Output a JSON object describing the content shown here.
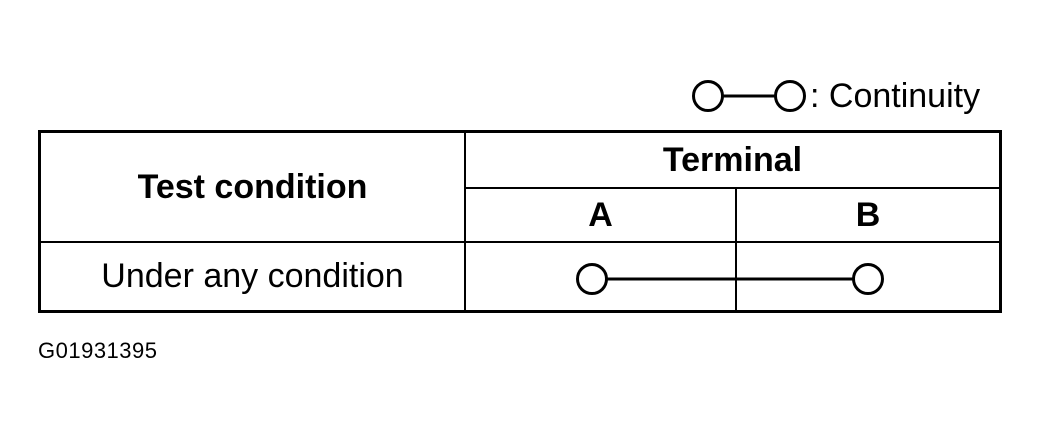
{
  "legend": {
    "symbol": "continuity-symbol-icon",
    "text": ": Continuity"
  },
  "table": {
    "headers": {
      "test_condition": "Test condition",
      "terminal": "Terminal",
      "terminal_a": "A",
      "terminal_b": "B"
    },
    "rows": [
      {
        "condition": "Under any condition",
        "connection": "continuity-symbol-icon"
      }
    ]
  },
  "figure_code": "G01931395",
  "colors": {
    "ink": "#000000",
    "background": "#ffffff"
  }
}
